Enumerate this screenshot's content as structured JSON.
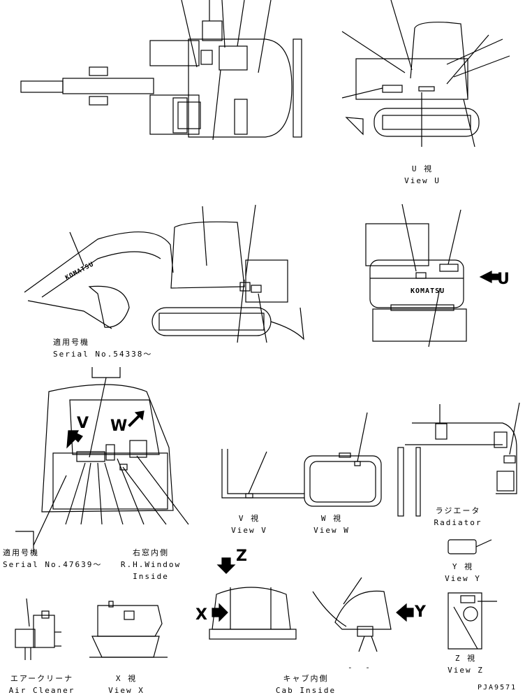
{
  "views": {
    "u": {
      "jp": "U 視",
      "en": "View U"
    },
    "v": {
      "jp": "V 視",
      "en": "View V"
    },
    "w": {
      "jp": "W 視",
      "en": "View W"
    },
    "x": {
      "jp": "X 視",
      "en": "View X"
    },
    "y": {
      "jp": "Y 視",
      "en": "View Y"
    },
    "z": {
      "jp": "Z 視",
      "en": "View Z"
    }
  },
  "serial_a": {
    "jp": "適用号機",
    "en": "Serial No.54338～"
  },
  "serial_b": {
    "jp": "適用号機",
    "en": "Serial No.47639～"
  },
  "rh_window": {
    "jp": "右窓内側",
    "en1": "R.H.Window",
    "en2": "Inside"
  },
  "radiator": {
    "jp": "ラジエータ",
    "en": "Radiator"
  },
  "air_cleaner": {
    "jp": "エアークリーナ",
    "en": "Air Cleaner"
  },
  "cab_inside": {
    "jp": "キャブ内側",
    "en": "Cab Inside"
  },
  "arrows": {
    "u": "U",
    "v": "V",
    "w": "W",
    "x": "X",
    "y": "Y",
    "z": "Z"
  },
  "brand": "KOMATSU",
  "dash": "- -",
  "drawing_code": "PJA9571"
}
